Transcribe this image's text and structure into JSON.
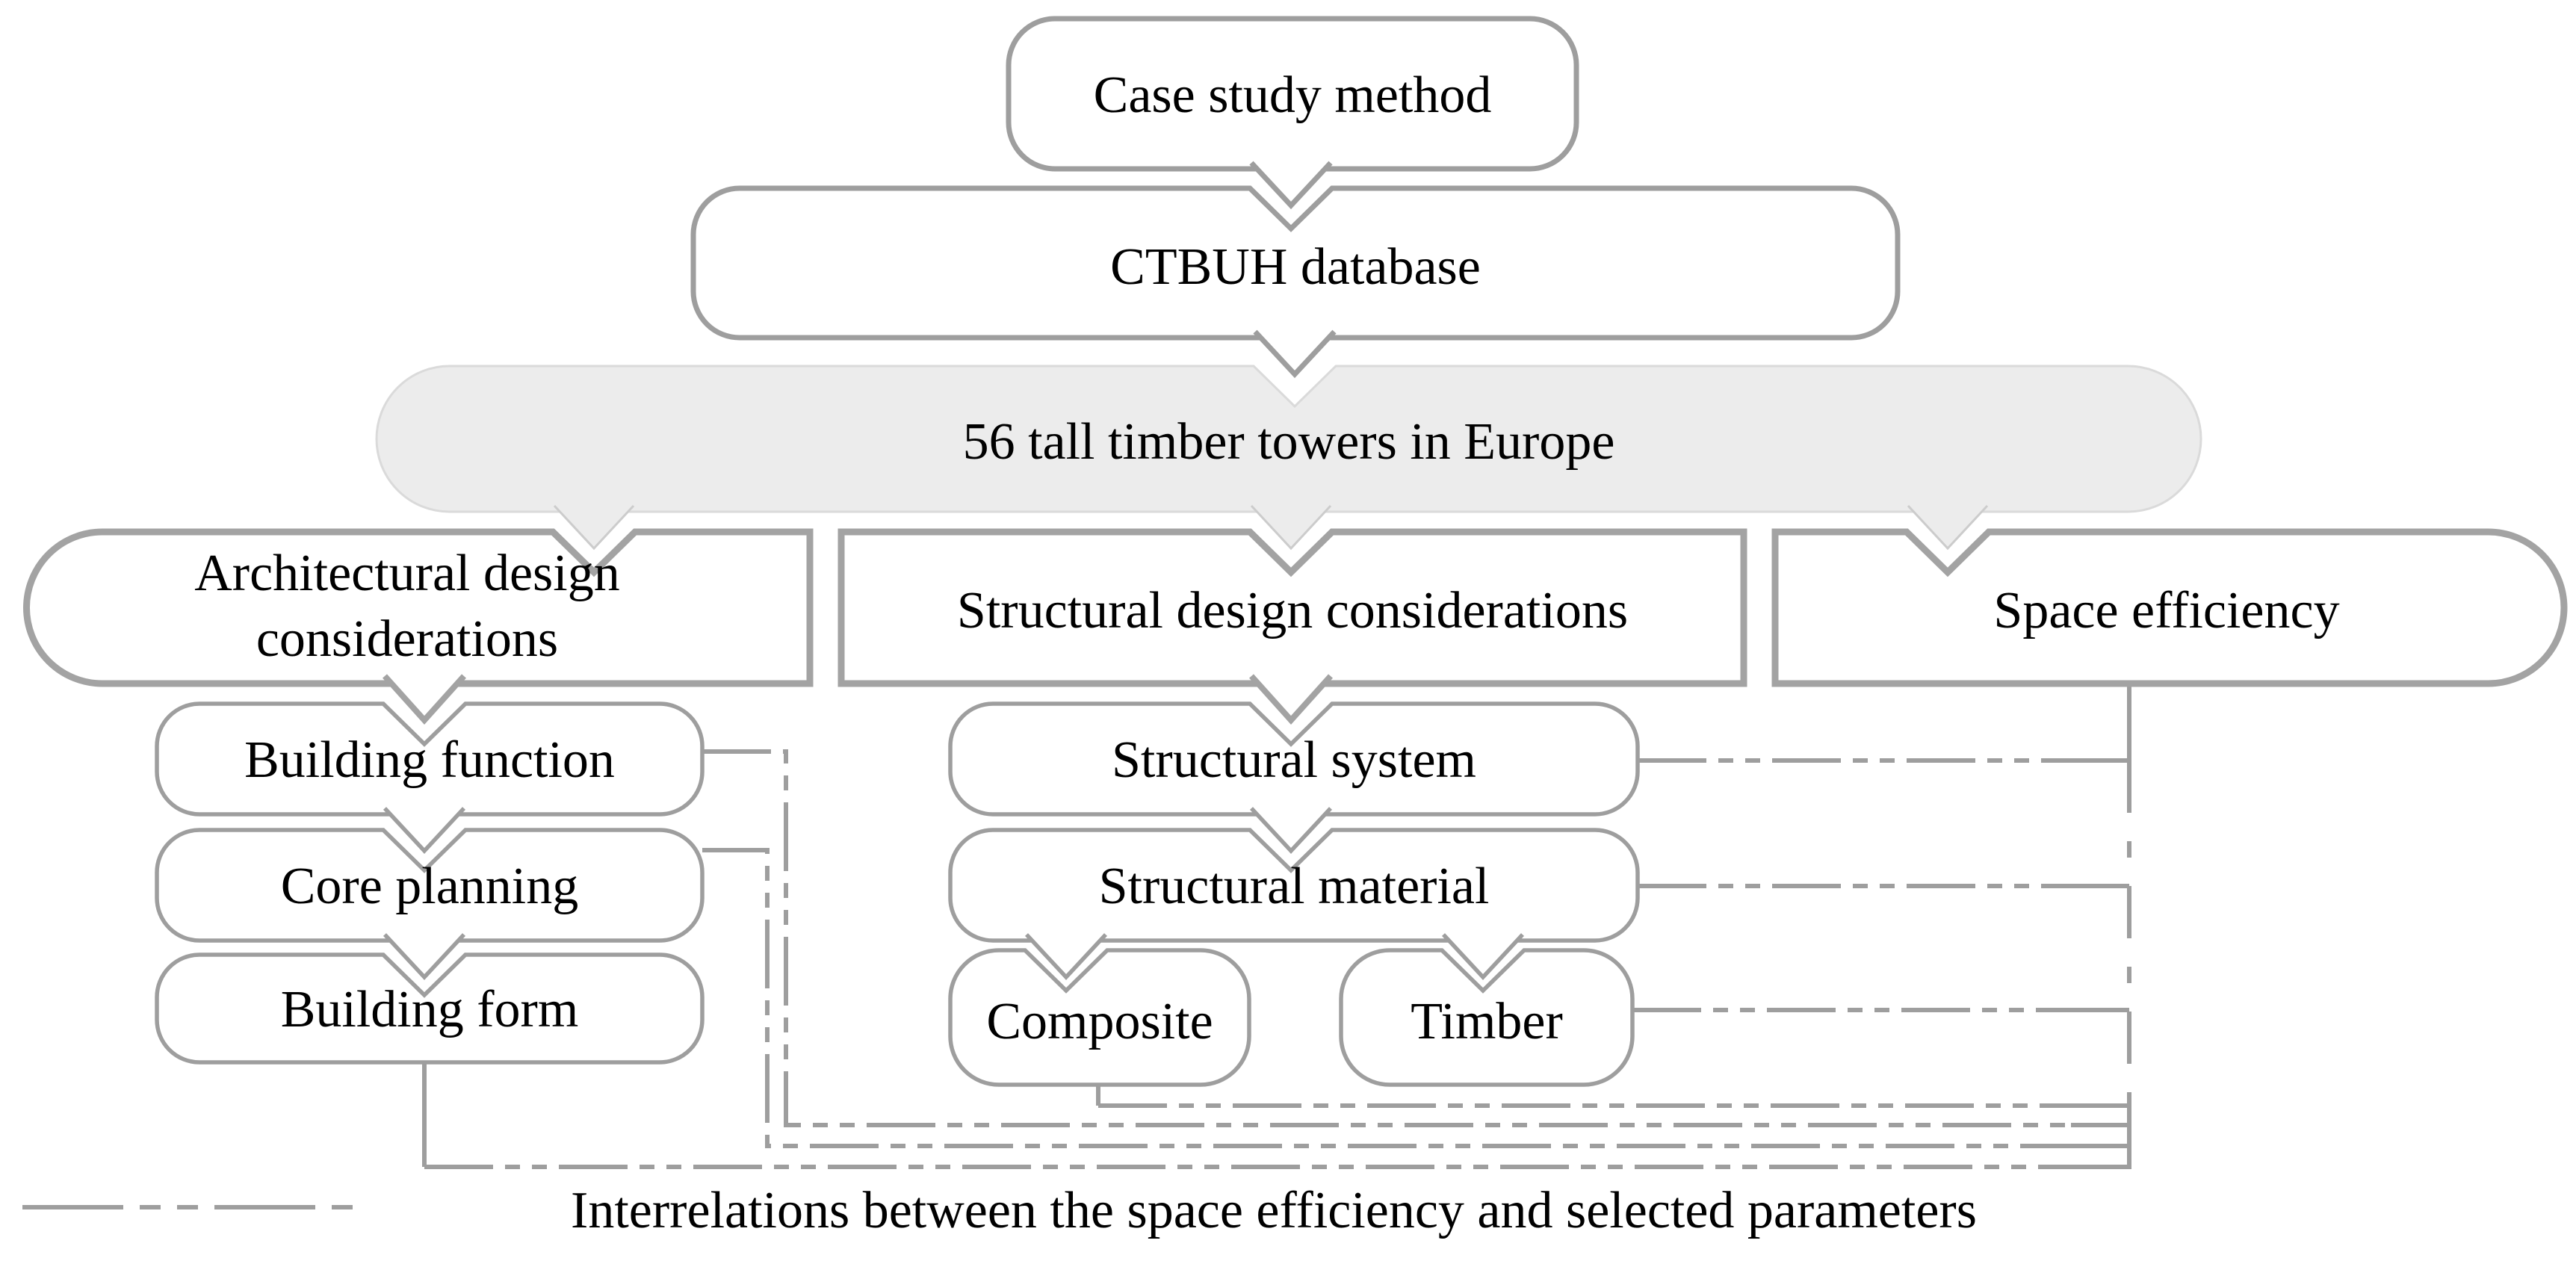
{
  "figure": {
    "nodes": {
      "case_study": {
        "label": "Case study method"
      },
      "ctbuh": {
        "label": "CTBUH database"
      },
      "towers": {
        "label": "56 tall timber towers in Europe"
      },
      "architectural": {
        "line1": "Architectural design",
        "line2": "considerations"
      },
      "structural": {
        "label": "Structural design considerations"
      },
      "space_efficiency": {
        "label": "Space efficiency"
      },
      "building_function": {
        "label": "Building function"
      },
      "core_planning": {
        "label": "Core planning"
      },
      "building_form": {
        "label": "Building form"
      },
      "structural_system": {
        "label": "Structural system"
      },
      "structural_material": {
        "label": "Structural material"
      },
      "composite": {
        "label": "Composite"
      },
      "timber": {
        "label": "Timber"
      }
    },
    "legend": {
      "label": "Interrelations between the space efficiency and selected parameters"
    },
    "colors": {
      "box_border": "#9e9e9e",
      "category_border": "#a3a3a3",
      "gray_fill": "#ececec",
      "gray_border": "#dadada",
      "tail_gray_border": "#cccccc",
      "connector": "#9e9e9e",
      "text": "#000000",
      "background": "#ffffff"
    }
  }
}
